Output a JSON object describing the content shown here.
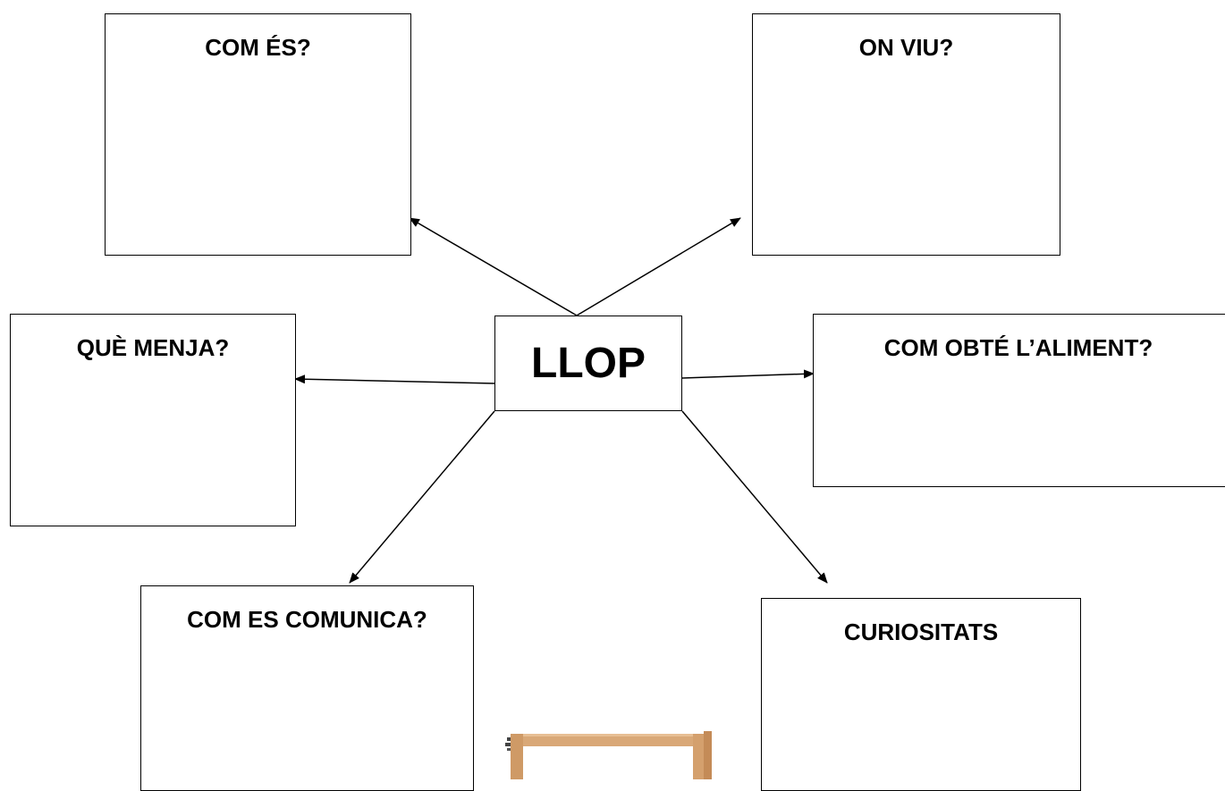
{
  "center": {
    "label": "LLOP"
  },
  "boxes": {
    "appearance": {
      "title": "COM ÉS?"
    },
    "habitat": {
      "title": "ON VIU?"
    },
    "diet": {
      "title": "QUÈ MENJA?"
    },
    "feeding": {
      "title": "COM OBTÉ L’ALIMENT?"
    },
    "communication": {
      "title": "COM ES COMUNICA?"
    },
    "curiosities": {
      "title": "CURIOSITATS"
    }
  },
  "colors": {
    "line": "#000000",
    "background": "#ffffff",
    "frame_wood": "#d9a877"
  },
  "decorations": {
    "frame_image": "wooden-frame-image"
  }
}
